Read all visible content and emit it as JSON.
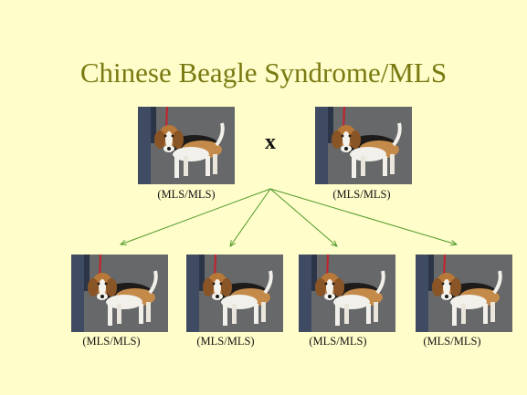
{
  "slide": {
    "title": "Chinese Beagle Syndrome/MLS",
    "cross_symbol": "x",
    "colors": {
      "background": "#fffdca",
      "title": "#7a7a12",
      "arrow": "#4f9a2a"
    },
    "parents": [
      {
        "genotype": "(MLS/MLS)",
        "image": "beagle-photo"
      },
      {
        "genotype": "(MLS/MLS)",
        "image": "beagle-photo"
      }
    ],
    "offspring": [
      {
        "genotype": "(MLS/MLS)",
        "image": "beagle-photo"
      },
      {
        "genotype": "(MLS/MLS)",
        "image": "beagle-photo"
      },
      {
        "genotype": "(MLS/MLS)",
        "image": "beagle-photo"
      },
      {
        "genotype": "(MLS/MLS)",
        "image": "beagle-photo"
      }
    ]
  }
}
